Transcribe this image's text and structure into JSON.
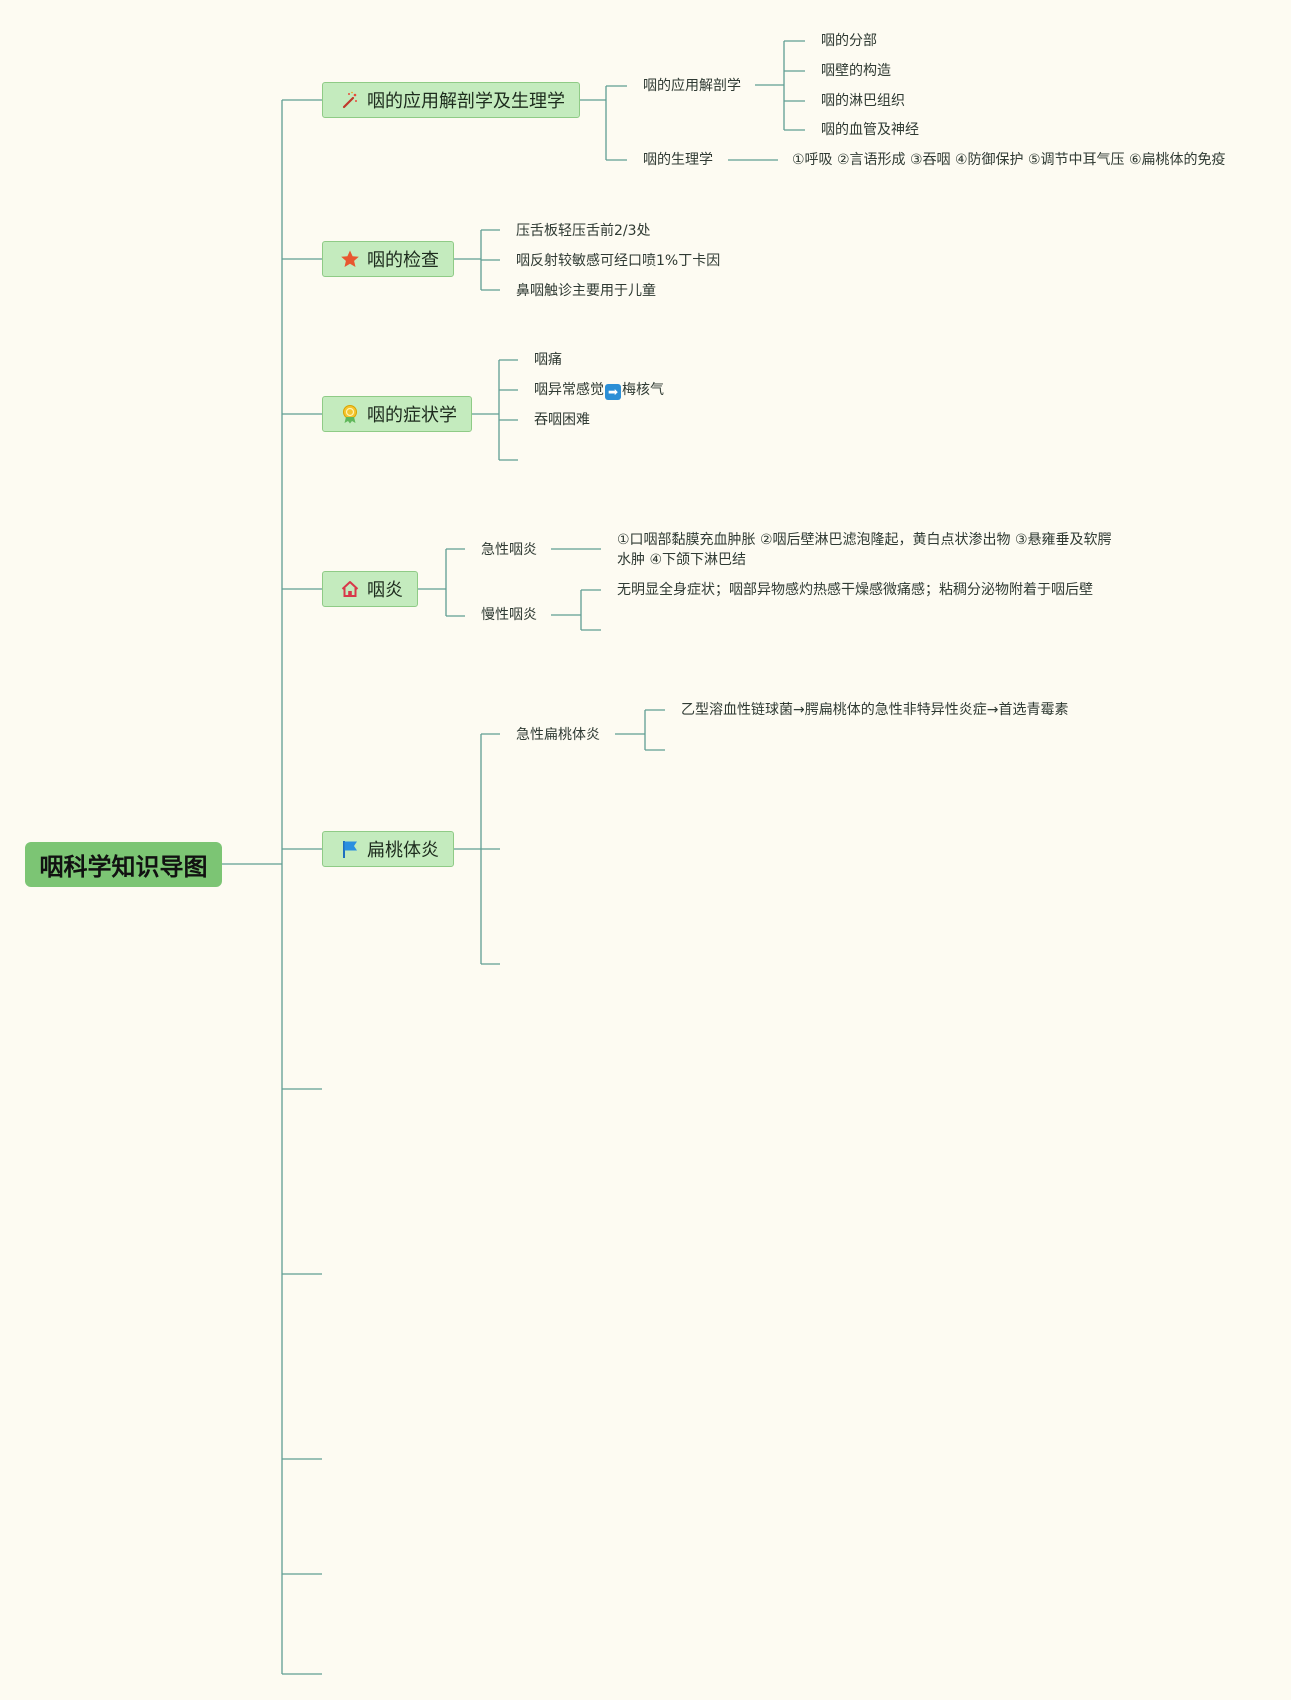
{
  "root": {
    "label": "咽科学知识导图"
  },
  "topics": [
    {
      "label": "咽的应用解剖学及生理学",
      "icon": "magic-wand-icon"
    },
    {
      "label": "咽的检查",
      "icon": "star-icon"
    },
    {
      "label": "咽的症状学",
      "icon": "medal-icon"
    },
    {
      "label": "咽炎",
      "icon": "home-icon"
    },
    {
      "label": "扁桃体炎",
      "icon": "flag-icon"
    }
  ],
  "anatomy": {
    "sub1": "咽的应用解剖学",
    "sub1_items": [
      "咽的分部",
      "咽壁的构造",
      "咽的淋巴组织",
      "咽的血管及神经"
    ],
    "sub2": "咽的生理学",
    "sub2_text": "①呼吸 ②言语形成 ③吞咽 ④防御保护 ⑤调节中耳气压 ⑥扁桃体的免疫"
  },
  "exam": {
    "items": [
      "压舌板轻压舌前2/3处",
      "咽反射较敏感可经口喷1%丁卡因",
      "鼻咽触诊主要用于儿童"
    ]
  },
  "symptoms": {
    "item1": "咽痛",
    "item2_before": "咽异常感觉",
    "item2_after": "梅核气",
    "item3": "吞咽困难"
  },
  "pharyngitis": {
    "acute": "急性咽炎",
    "acute_text": "①口咽部黏膜充血肿胀 ②咽后壁淋巴滤泡隆起，黄白点状渗出物 ③悬雍垂及软腭水肿 ④下颌下淋巴结",
    "chronic": "慢性咽炎",
    "chronic_text": "无明显全身症状；咽部异物感灼热感干燥感微痛感；粘稠分泌物附着于咽后壁"
  },
  "tonsillitis": {
    "acute": "急性扁桃体炎",
    "acute_text": "乙型溶血性链球菌→腭扁桃体的急性非特异性炎症→首选青霉素"
  },
  "colors": {
    "background": "#fdfbf2",
    "root_fill": "#7cc574",
    "topic_fill": "#c4ebbe",
    "topic_border": "#8fcb86",
    "line": "#5a9a8e"
  }
}
